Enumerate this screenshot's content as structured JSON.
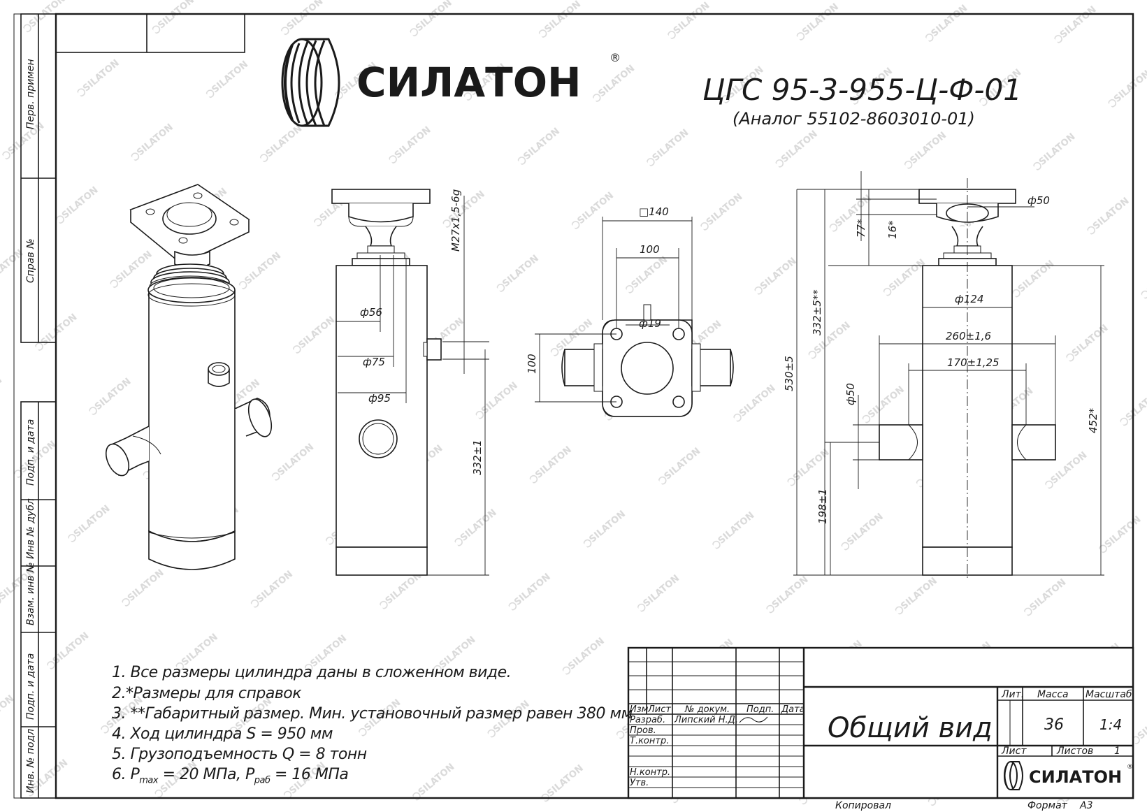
{
  "brand": {
    "name": "СИЛАТОН",
    "registered_mark": "®",
    "watermark": "SILATON"
  },
  "header": {
    "designation": "ЦГС 95-3-955-Ц-Ф-01",
    "analog": "(Аналог 55102-8603010-01)"
  },
  "side_stamp": {
    "cells": [
      "Перв. примен",
      "Справ №",
      "Подп. и дата",
      "Инв № дубл",
      "Взам. инв №",
      "Подп. и дата",
      "Инв. № подл"
    ]
  },
  "dimensions": {
    "front": [
      "M27x1,5-6g",
      "ф56",
      "ф75",
      "ф95",
      "332±1"
    ],
    "top": [
      "□140",
      "100",
      "ф19",
      "100"
    ],
    "side": [
      "ф50",
      "77*",
      "16*",
      "332±5**",
      "530±5",
      "ф124",
      "260±1,6",
      "170±1,25",
      "ф50",
      "452*",
      "198±1"
    ]
  },
  "notes": [
    "1. Все размеры цилиндра даны в сложенном виде.",
    "2.*Размеры для справок",
    "3. **Габаритный размер. Мин. установочный размер равен 380 мм",
    "4. Ход цилиндра S = 950 мм",
    "5. Грузоподъемность Q = 8 тонн",
    "6. P",
    "max",
    " = 20 МПа, P",
    "раб",
    " = 16 МПа"
  ],
  "title_block": {
    "cols": [
      "Изм",
      "Лист",
      "№ докум.",
      "Подп.",
      "Дата"
    ],
    "rows": [
      "Разраб.",
      "Пров.",
      "Т.контр.",
      "Н.контр.",
      "Утв."
    ],
    "developer": "Липский Н.Д.",
    "name": "Общий вид",
    "lit_label": "Лит.",
    "mass_label": "Масса",
    "scale_label": "Масштаб",
    "mass": "36",
    "scale": "1:4",
    "sheet_label": "Лист",
    "sheets_label": "Листов",
    "sheets": "1",
    "copied": "Копировал",
    "format_label": "Формат",
    "format": "A3"
  }
}
